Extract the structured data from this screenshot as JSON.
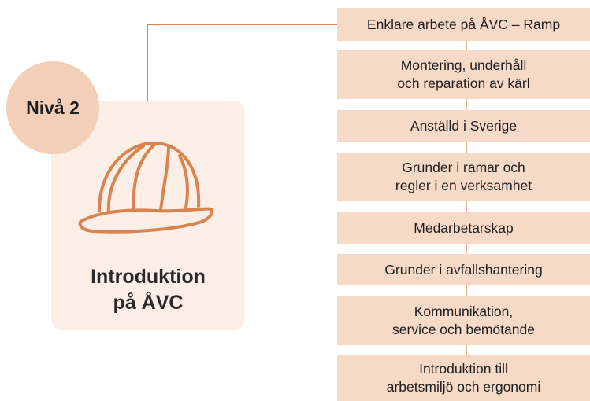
{
  "level_badge": "Nivå 2",
  "title_lines": [
    "Introduktion",
    "på ÅVC"
  ],
  "icon": "hard-hat-icon",
  "colors": {
    "card_bg": "#fbeee6",
    "badge_bg": "#f4cfb8",
    "module_bg": "#f6d9c6",
    "accent": "#d9834e",
    "text": "#1e1e1e"
  },
  "modules": [
    {
      "lines": [
        "Enklare arbete på ÅVC – Ramp"
      ]
    },
    {
      "lines": [
        "Montering, underhåll",
        "och reparation av kärl"
      ]
    },
    {
      "lines": [
        "Anställd i Sverige"
      ]
    },
    {
      "lines": [
        "Grunder i ramar och",
        "regler i en verksamhet"
      ]
    },
    {
      "lines": [
        "Medarbetarskap"
      ]
    },
    {
      "lines": [
        "Grunder i avfallshantering"
      ]
    },
    {
      "lines": [
        "Kommunikation,",
        "service och bemötande"
      ]
    },
    {
      "lines": [
        "Introduktion till",
        "arbetsmiljö och ergonomi"
      ]
    }
  ]
}
